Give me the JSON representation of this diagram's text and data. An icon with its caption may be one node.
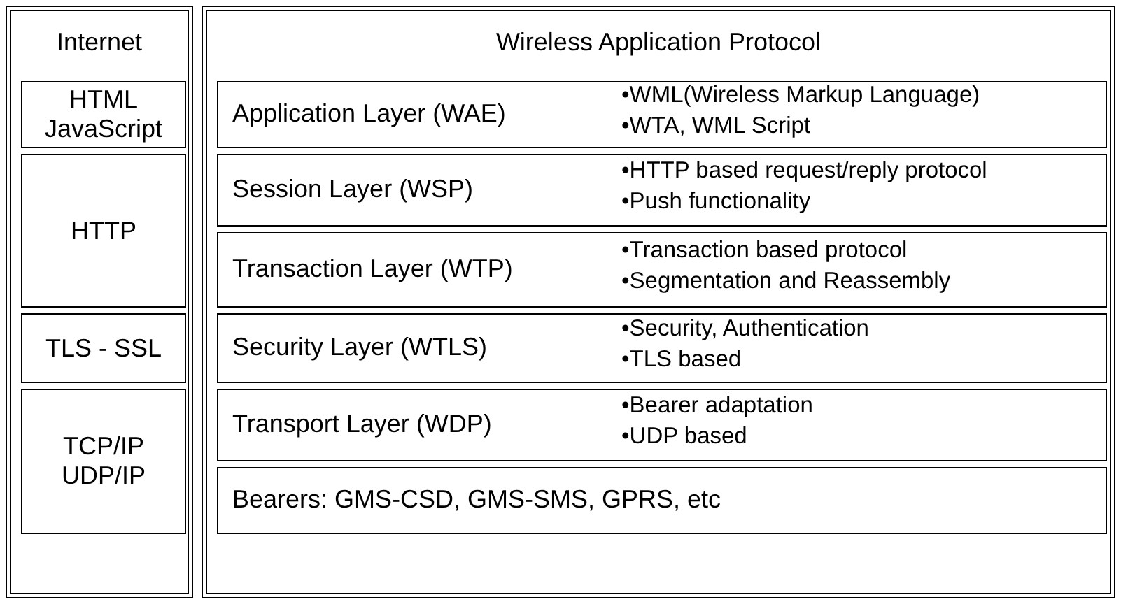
{
  "diagram": {
    "nodes": [
      {
        "text": [
          "Internet"
        ]
      },
      {
        "text": [
          "HTML JavaScript"
        ],
        "in": 0
      },
      {
        "text": [
          "HTTP"
        ],
        "in": 0
      },
      {
        "text": [
          "TLS - SSL"
        ],
        "in": 0
      },
      {
        "text": [
          "TCP/IP UDP/IP"
        ],
        "in": 0
      },
      {
        "text": [
          "Wireless Application Protocol"
        ]
      },
      {
        "text": [
          "Application Layer (WAE)",
          "•WML(Wireless Markup Language)",
          "•WTA, WML Script"
        ],
        "in": 5
      },
      {
        "text": [
          "Session Layer (WSP)",
          "•HTTP based request/reply protocol",
          "•Push functionality"
        ],
        "in": 5
      },
      {
        "text": [
          "Transaction Layer (WTP)",
          "•Transaction based protocol",
          "•Segmentation and Reassembly"
        ],
        "in": 5
      },
      {
        "text": [
          "Security Layer (WTLS)",
          "•Security, Authentication",
          "•TLS based"
        ],
        "in": 5
      },
      {
        "text": [
          "Transport Layer (WDP)",
          "•Bearer adaptation",
          "•UDP based"
        ],
        "in": 5
      },
      {
        "text": [
          "Bearers: GMS-CSD, GMS-SMS, GPRS, etc"
        ],
        "in": 5
      }
    ]
  }
}
